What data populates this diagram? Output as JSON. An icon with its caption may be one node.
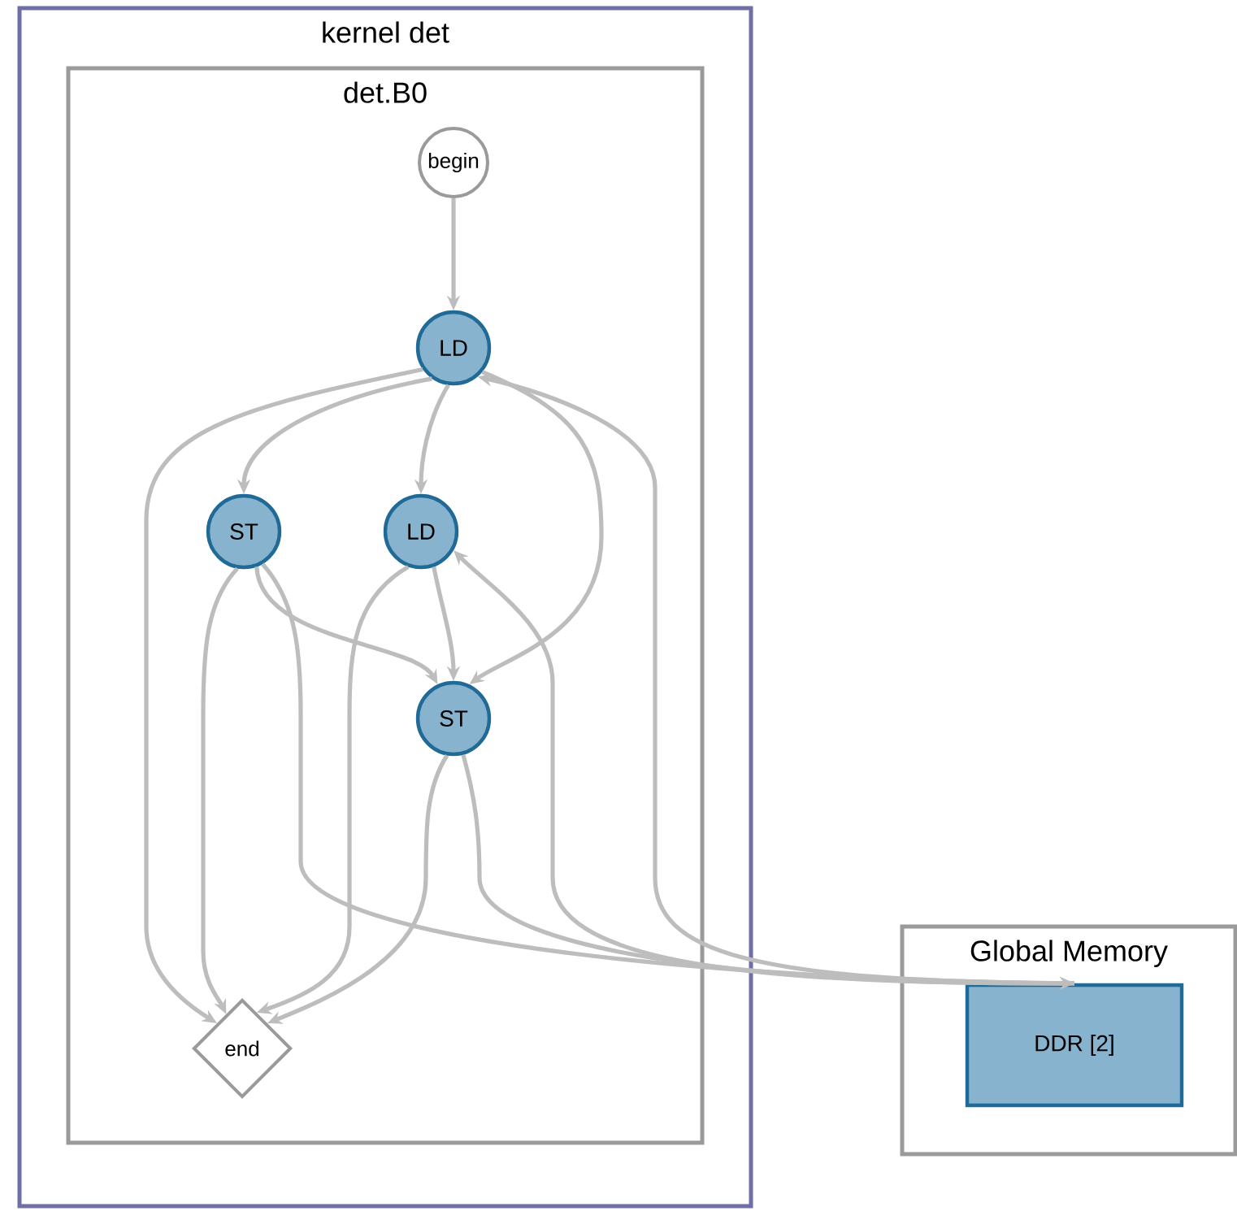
{
  "diagram": {
    "nodes": [
      {
        "text": [
          "kernel det"
        ]
      },
      {
        "text": [
          "det.B0"
        ],
        "in": 0
      },
      {
        "text": [
          "begin"
        ],
        "in": 1
      },
      {
        "text": [
          "LD"
        ],
        "in": 1
      },
      {
        "text": [
          "ST"
        ],
        "in": 1
      },
      {
        "text": [
          "LD"
        ],
        "in": 1
      },
      {
        "text": [
          "ST"
        ],
        "in": 1
      },
      {
        "text": [
          "end"
        ],
        "in": 1
      },
      {
        "text": [
          "Global Memory"
        ]
      },
      {
        "text": [
          "DDR [2]"
        ],
        "in": 8
      }
    ],
    "edges": [
      {
        "from": 2,
        "to": 3,
        "arrow": "to"
      },
      {
        "from": 3,
        "to": 4,
        "arrow": "to"
      },
      {
        "from": 3,
        "to": 5,
        "arrow": "to"
      },
      {
        "from": 3,
        "to": 7,
        "arrow": "to"
      },
      {
        "from": 4,
        "to": 7,
        "arrow": "to"
      },
      {
        "from": 4,
        "to": 6,
        "arrow": "to"
      },
      {
        "from": 5,
        "to": 6,
        "arrow": "to"
      },
      {
        "from": 3,
        "to": 6,
        "arrow": "to"
      },
      {
        "from": 5,
        "to": 7,
        "arrow": "to"
      },
      {
        "from": 6,
        "to": 7,
        "arrow": "to"
      },
      {
        "from": 4,
        "to": 9,
        "arrow": "to"
      },
      {
        "from": 6,
        "to": 9,
        "arrow": "to"
      },
      {
        "from": 9,
        "to": 5,
        "arrow": "to"
      },
      {
        "from": 9,
        "to": 3,
        "arrow": "to"
      }
    ]
  }
}
